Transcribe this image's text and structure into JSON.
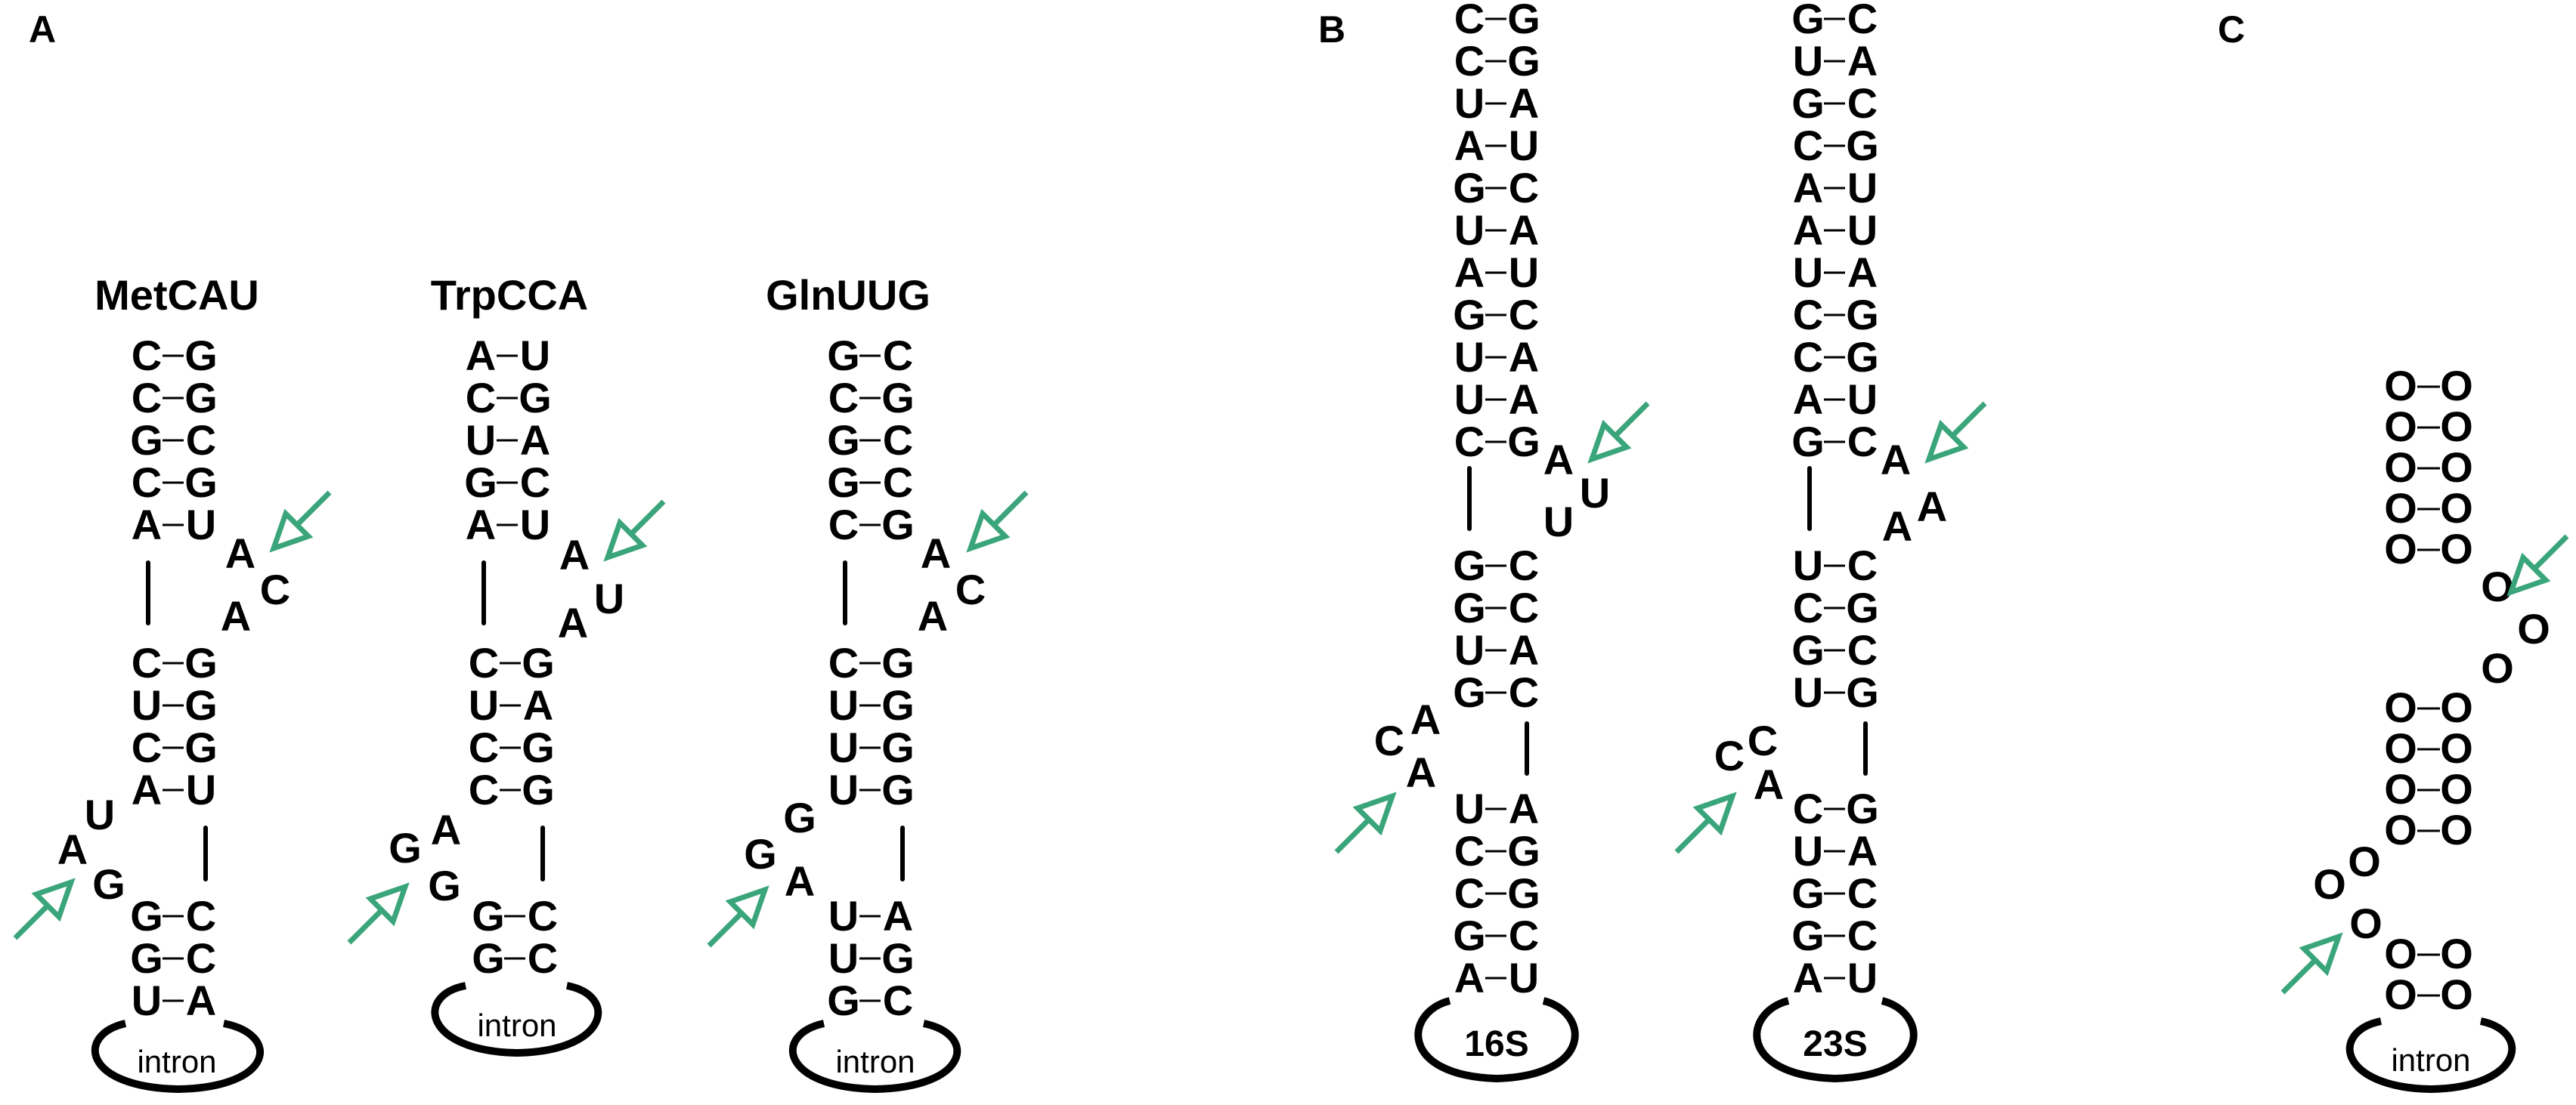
{
  "panels": {
    "A": {
      "letter": "A",
      "structures": [
        {
          "title": "MetCAU",
          "top_pairs": [
            [
              "C",
              "G"
            ],
            [
              "C",
              "G"
            ],
            [
              "G",
              "C"
            ],
            [
              "C",
              "G"
            ],
            [
              "A",
              "U"
            ]
          ],
          "bulge": [
            "A",
            "C",
            "A"
          ],
          "mid_pairs": [
            [
              "C",
              "G"
            ],
            [
              "U",
              "G"
            ],
            [
              "C",
              "G"
            ],
            [
              "A",
              "U"
            ]
          ],
          "left_bulge": [
            "U",
            "A",
            "G"
          ],
          "bottom_pairs": [
            [
              "G",
              "C"
            ],
            [
              "G",
              "C"
            ],
            [
              "U",
              "A"
            ]
          ],
          "loop_label": "intron"
        },
        {
          "title": "TrpCCA",
          "top_pairs": [
            [
              "A",
              "U"
            ],
            [
              "C",
              "G"
            ],
            [
              "U",
              "A"
            ],
            [
              "G",
              "C"
            ],
            [
              "A",
              "U"
            ]
          ],
          "bulge": [
            "A",
            "U",
            "A"
          ],
          "mid_pairs": [
            [
              "C",
              "G"
            ],
            [
              "U",
              "A"
            ],
            [
              "C",
              "G"
            ],
            [
              "C",
              "G"
            ]
          ],
          "left_bulge": [
            "A",
            "G",
            "G"
          ],
          "bottom_pairs": [
            [
              "G",
              "C"
            ],
            [
              "G",
              "C"
            ]
          ],
          "loop_label": "intron"
        },
        {
          "title": "GlnUUG",
          "top_pairs": [
            [
              "G",
              "C"
            ],
            [
              "C",
              "G"
            ],
            [
              "G",
              "C"
            ],
            [
              "G",
              "C"
            ],
            [
              "C",
              "G"
            ]
          ],
          "bulge": [
            "A",
            "C",
            "A"
          ],
          "mid_pairs": [
            [
              "C",
              "G"
            ],
            [
              "U",
              "G"
            ],
            [
              "U",
              "G"
            ],
            [
              "U",
              "G"
            ]
          ],
          "left_bulge": [
            "G",
            "G",
            "A"
          ],
          "bottom_pairs": [
            [
              "U",
              "A"
            ],
            [
              "U",
              "G"
            ],
            [
              "G",
              "C"
            ]
          ],
          "loop_label": "intron"
        }
      ]
    },
    "B": {
      "letter": "B",
      "structures": [
        {
          "top_pairs": [
            [
              "C",
              "G"
            ],
            [
              "C",
              "G"
            ],
            [
              "U",
              "A"
            ],
            [
              "A",
              "U"
            ],
            [
              "G",
              "C"
            ],
            [
              "U",
              "A"
            ],
            [
              "A",
              "U"
            ],
            [
              "G",
              "C"
            ],
            [
              "U",
              "A"
            ],
            [
              "U",
              "A"
            ],
            [
              "C",
              "G"
            ]
          ],
          "bulge": [
            "A",
            "U",
            "U"
          ],
          "mid_pairs": [
            [
              "G",
              "C"
            ],
            [
              "G",
              "C"
            ],
            [
              "U",
              "A"
            ],
            [
              "G",
              "C"
            ]
          ],
          "left_bulge": [
            "A",
            "C",
            "A"
          ],
          "bottom_pairs": [
            [
              "U",
              "A"
            ],
            [
              "C",
              "G"
            ],
            [
              "C",
              "G"
            ],
            [
              "G",
              "C"
            ],
            [
              "A",
              "U"
            ]
          ],
          "loop_label": "16S"
        },
        {
          "top_pairs": [
            [
              "G",
              "C"
            ],
            [
              "U",
              "A"
            ],
            [
              "G",
              "C"
            ],
            [
              "C",
              "G"
            ],
            [
              "A",
              "U"
            ],
            [
              "A",
              "U"
            ],
            [
              "U",
              "A"
            ],
            [
              "C",
              "G"
            ],
            [
              "C",
              "G"
            ],
            [
              "A",
              "U"
            ],
            [
              "G",
              "C"
            ]
          ],
          "bulge": [
            "A",
            "A",
            "A"
          ],
          "mid_pairs": [
            [
              "U",
              "C"
            ],
            [
              "C",
              "G"
            ],
            [
              "G",
              "C"
            ],
            [
              "U",
              "G"
            ]
          ],
          "left_bulge": [
            "C",
            "C",
            "A"
          ],
          "bottom_pairs": [
            [
              "C",
              "G"
            ],
            [
              "U",
              "A"
            ],
            [
              "G",
              "C"
            ],
            [
              "G",
              "C"
            ],
            [
              "A",
              "U"
            ]
          ],
          "loop_label": "23S"
        }
      ]
    },
    "C": {
      "letter": "C",
      "symbol": "O",
      "loop_label": "intron"
    }
  }
}
